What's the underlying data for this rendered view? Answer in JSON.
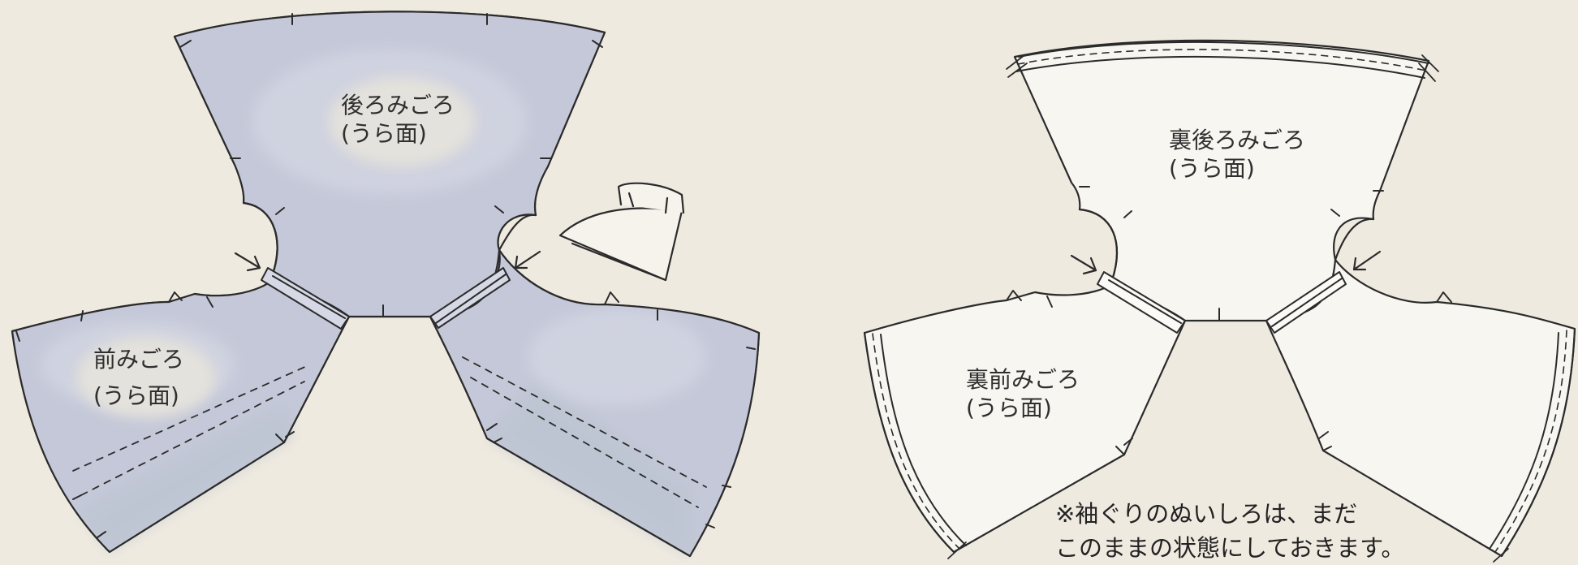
{
  "colors": {
    "background": "#efeae0",
    "fabric_wrong_side": "#c4c8d8",
    "fabric_light_wash": "#d3d6e3",
    "lining_fill": "#f8f6f1",
    "outline": "#2b2b2b",
    "label_halo": "#e4e2dc"
  },
  "left_diagram": {
    "back_bodice": {
      "name": "後ろみごろ",
      "side": "(うら面)"
    },
    "front_bodice": {
      "name": "前みごろ",
      "side": "(うら面)"
    },
    "icons": [
      "iron-icon",
      "arrow-icon",
      "arrow-icon"
    ]
  },
  "right_diagram": {
    "lining_back": {
      "name": "裏後ろみごろ",
      "side": "(うら面)"
    },
    "lining_front": {
      "name": "裏前みごろ",
      "side": "(うら面)"
    },
    "icons": [
      "arrow-icon",
      "arrow-icon"
    ]
  },
  "note": {
    "line1": "※袖ぐりのぬいしろは、まだ",
    "line2": "このままの状態にしておきます。"
  }
}
